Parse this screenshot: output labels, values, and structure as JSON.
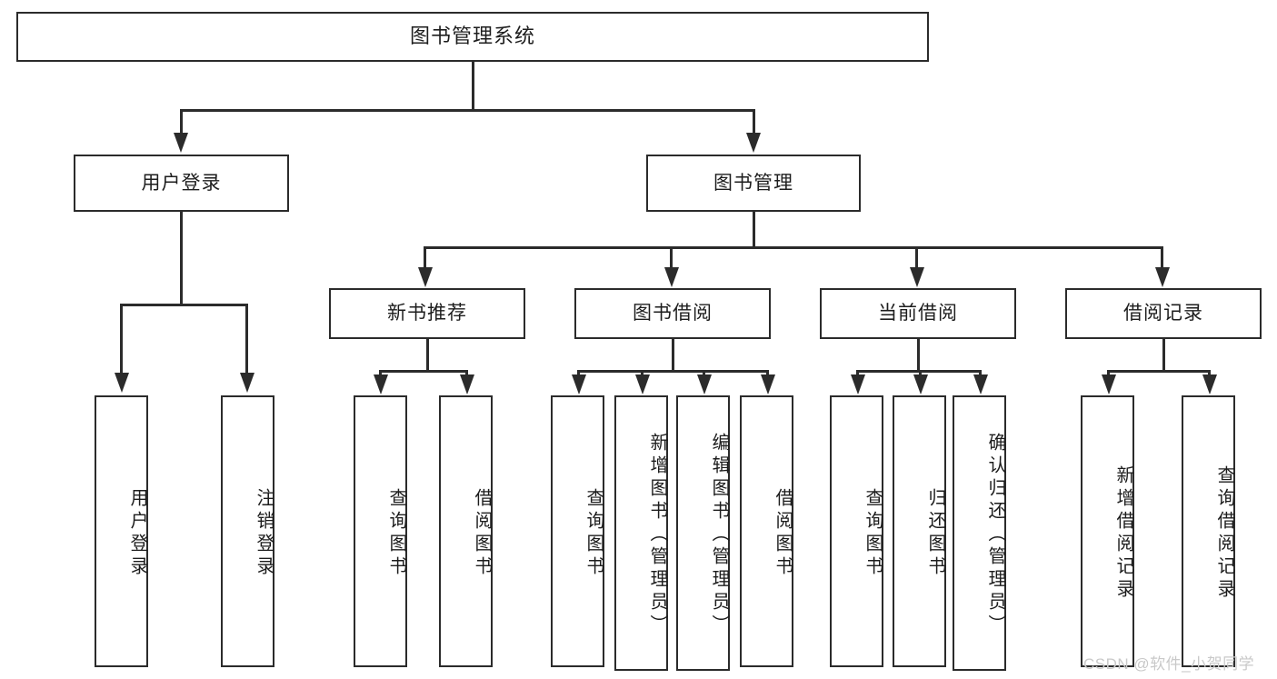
{
  "diagram": {
    "title": "图书管理系统",
    "type": "hierarchy-tree",
    "root": {
      "label": "图书管理系统"
    },
    "level2": [
      {
        "label": "用户登录"
      },
      {
        "label": "图书管理"
      }
    ],
    "level3": [
      {
        "label": "新书推荐"
      },
      {
        "label": "图书借阅"
      },
      {
        "label": "当前借阅"
      },
      {
        "label": "借阅记录"
      }
    ],
    "leaves": {
      "user_login": [
        {
          "label": "用户登录"
        },
        {
          "label": "注销登录"
        }
      ],
      "new_book_recommend": [
        {
          "label": "查询图书"
        },
        {
          "label": "借阅图书"
        }
      ],
      "book_borrow": [
        {
          "label": "查询图书"
        },
        {
          "label": "新增图书（管理员）"
        },
        {
          "label": "编辑图书（管理员）"
        },
        {
          "label": "借阅图书"
        }
      ],
      "current_borrow": [
        {
          "label": "查询图书"
        },
        {
          "label": "归还图书"
        },
        {
          "label": "确认归还（管理员）"
        }
      ],
      "borrow_record": [
        {
          "label": "新增借阅记录"
        },
        {
          "label": "查询借阅记录"
        }
      ]
    }
  },
  "watermark": {
    "text": "CSDN @软件_小贺同学"
  },
  "colors": {
    "stroke": "#2b2b2b",
    "text": "#1d1d1d",
    "background": "#ffffff",
    "watermark": "#c9c9c9"
  }
}
